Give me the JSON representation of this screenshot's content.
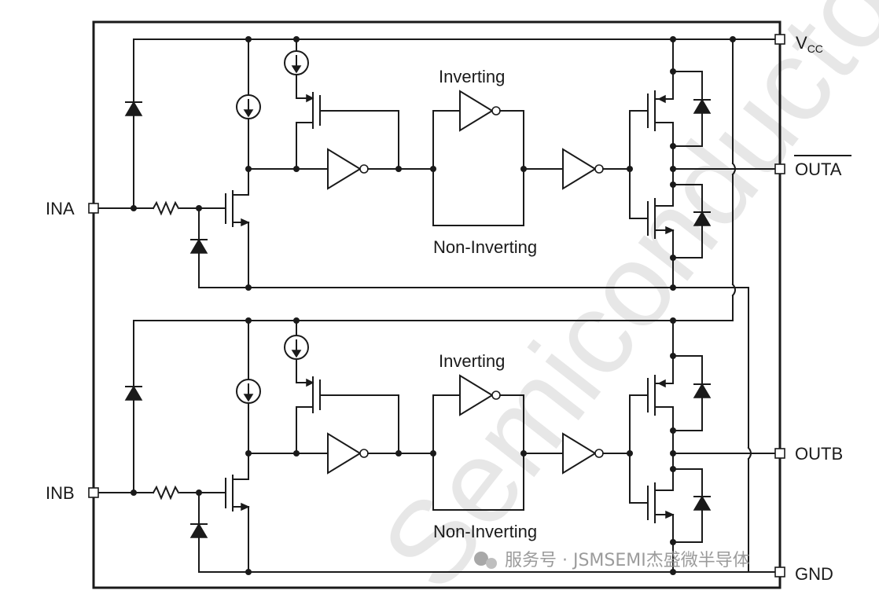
{
  "pins": {
    "vcc_main": "V",
    "vcc_sub": "CC",
    "ina": "INA",
    "outa": "OUTA",
    "inb": "INB",
    "outb": "OUTB",
    "gnd": "GND"
  },
  "labels": {
    "inverting": "Inverting",
    "non_inverting": "Non-Inverting"
  },
  "watermarks": {
    "diagonal_text": "Semiconductor",
    "wechat_caption": "服务号 · JSMSEMI杰盛微半导体"
  }
}
